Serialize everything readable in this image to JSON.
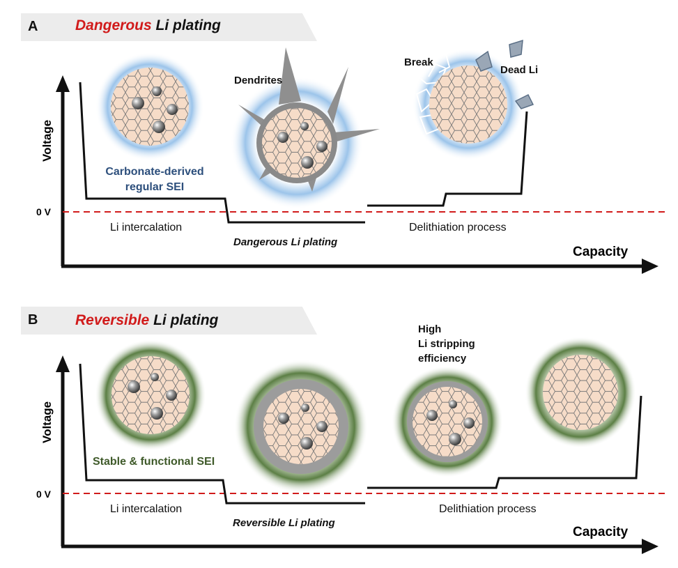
{
  "panels": [
    {
      "letter": "A",
      "title_keyword": "Dangerous",
      "title_rest": " Li plating",
      "y_axis": "Voltage",
      "x_axis": "Capacity",
      "zero_label": "0 V",
      "sei_label_line1": "Carbonate-derived",
      "sei_label_line2": "regular SEI",
      "stage1": "Li intercalation",
      "stage2_keyword": "Dangerous",
      "stage2_rest": " Li plating",
      "stage3": "Delithiation process",
      "annotation_dendrites": "Dendrites",
      "annotation_break": "Break",
      "annotation_dead": "Dead Li"
    },
    {
      "letter": "B",
      "title_keyword": "Reversible",
      "title_rest": " Li plating",
      "y_axis": "Voltage",
      "x_axis": "Capacity",
      "zero_label": "0 V",
      "sei_label": "Stable & functional SEI",
      "stage1": "Li intercalation",
      "stage2_keyword": "Reversible",
      "stage2_rest": " Li plating",
      "stage3": "Delithiation process",
      "annotation_high_1": "High",
      "annotation_high_2": "Li stripping",
      "annotation_high_3": "efficiency"
    }
  ],
  "colors": {
    "title_keyword": "#d11b1b",
    "zero_line": "#d11b1b",
    "sei_blue": "#2d4f7c",
    "sei_green": "#3f5a2a",
    "particle_core": "#f6dcc8"
  }
}
